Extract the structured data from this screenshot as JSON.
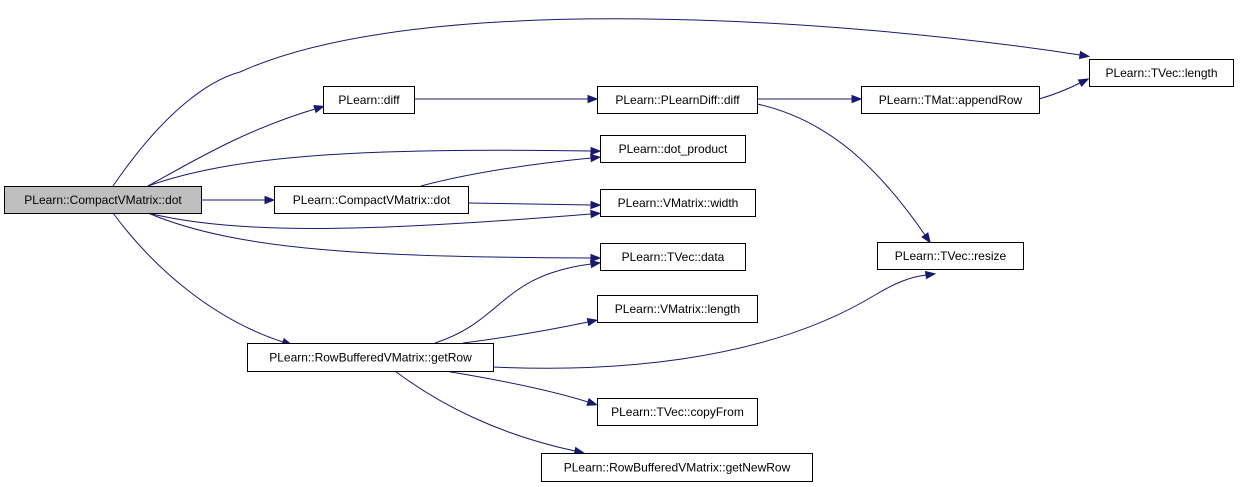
{
  "graph": {
    "edge_color": "#191970",
    "root_fill": "#bfbfbf",
    "nodes": [
      {
        "id": "root",
        "label": "PLearn::CompactVMatrix::dot",
        "root": true
      },
      {
        "id": "diff",
        "label": "PLearn::diff"
      },
      {
        "id": "plearndiff",
        "label": "PLearn::PLearnDiff::diff"
      },
      {
        "id": "appendrow",
        "label": "PLearn::TMat::appendRow"
      },
      {
        "id": "tveclength",
        "label": "PLearn::TVec::length"
      },
      {
        "id": "dotproduct",
        "label": "PLearn::dot_product"
      },
      {
        "id": "cvdot",
        "label": "PLearn::CompactVMatrix::dot"
      },
      {
        "id": "vwidth",
        "label": "PLearn::VMatrix::width"
      },
      {
        "id": "tvecdata",
        "label": "PLearn::TVec::data"
      },
      {
        "id": "tvecresize",
        "label": "PLearn::TVec::resize"
      },
      {
        "id": "vlength",
        "label": "PLearn::VMatrix::length"
      },
      {
        "id": "getrow",
        "label": "PLearn::RowBufferedVMatrix::getRow"
      },
      {
        "id": "copyfrom",
        "label": "PLearn::TVec::copyFrom"
      },
      {
        "id": "getnewrow",
        "label": "PLearn::RowBufferedVMatrix::getNewRow"
      }
    ],
    "edges": [
      {
        "from": "root",
        "to": "tveclength"
      },
      {
        "from": "root",
        "to": "diff"
      },
      {
        "from": "root",
        "to": "dotproduct"
      },
      {
        "from": "root",
        "to": "cvdot"
      },
      {
        "from": "root",
        "to": "vwidth"
      },
      {
        "from": "root",
        "to": "tvecdata"
      },
      {
        "from": "root",
        "to": "getrow"
      },
      {
        "from": "diff",
        "to": "plearndiff"
      },
      {
        "from": "plearndiff",
        "to": "appendrow"
      },
      {
        "from": "plearndiff",
        "to": "tvecresize"
      },
      {
        "from": "appendrow",
        "to": "tveclength"
      },
      {
        "from": "cvdot",
        "to": "dotproduct"
      },
      {
        "from": "cvdot",
        "to": "vwidth"
      },
      {
        "from": "getrow",
        "to": "tvecdata"
      },
      {
        "from": "getrow",
        "to": "vlength"
      },
      {
        "from": "getrow",
        "to": "tvecresize"
      },
      {
        "from": "getrow",
        "to": "copyfrom"
      },
      {
        "from": "getrow",
        "to": "getnewrow"
      }
    ]
  }
}
